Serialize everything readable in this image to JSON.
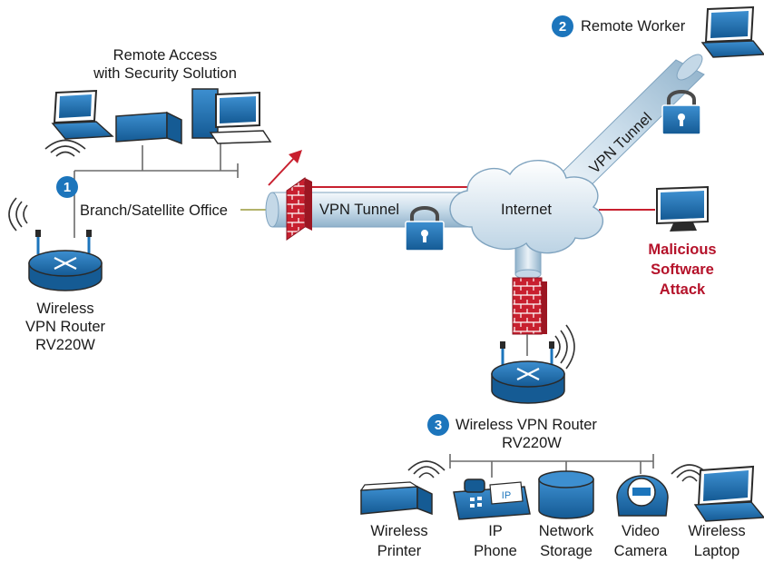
{
  "remote_access": {
    "line1": "Remote Access",
    "line2": "with Security Solution"
  },
  "branch": {
    "badge": "1",
    "label": "Branch/Satellite Office"
  },
  "router_left": {
    "line1": "Wireless",
    "line2": "VPN Router",
    "line3": "RV220W"
  },
  "tunnel_main": {
    "label": "VPN Tunnel"
  },
  "tunnel_remote": {
    "label": "VPN Tunnel"
  },
  "internet": {
    "label": "Internet"
  },
  "remote_worker": {
    "badge": "2",
    "label": "Remote Worker"
  },
  "malicious": {
    "line1": "Malicious",
    "line2": "Software",
    "line3": "Attack",
    "color": "#b5122a"
  },
  "router_bottom": {
    "badge": "3",
    "line1": "Wireless VPN Router",
    "line2": "RV220W"
  },
  "devices": [
    {
      "line1": "Wireless",
      "line2": "Printer"
    },
    {
      "line1": "IP",
      "line2": "Phone"
    },
    {
      "line1": "Network",
      "line2": "Storage"
    },
    {
      "line1": "Video",
      "line2": "Camera"
    },
    {
      "line1": "Wireless",
      "line2": "Laptop"
    }
  ],
  "phone_screen_text": "IP",
  "colors": {
    "brand_blue": "#1c75bc",
    "firewall_red": "#c8202f",
    "tunnel_light": "#dde9f2"
  }
}
